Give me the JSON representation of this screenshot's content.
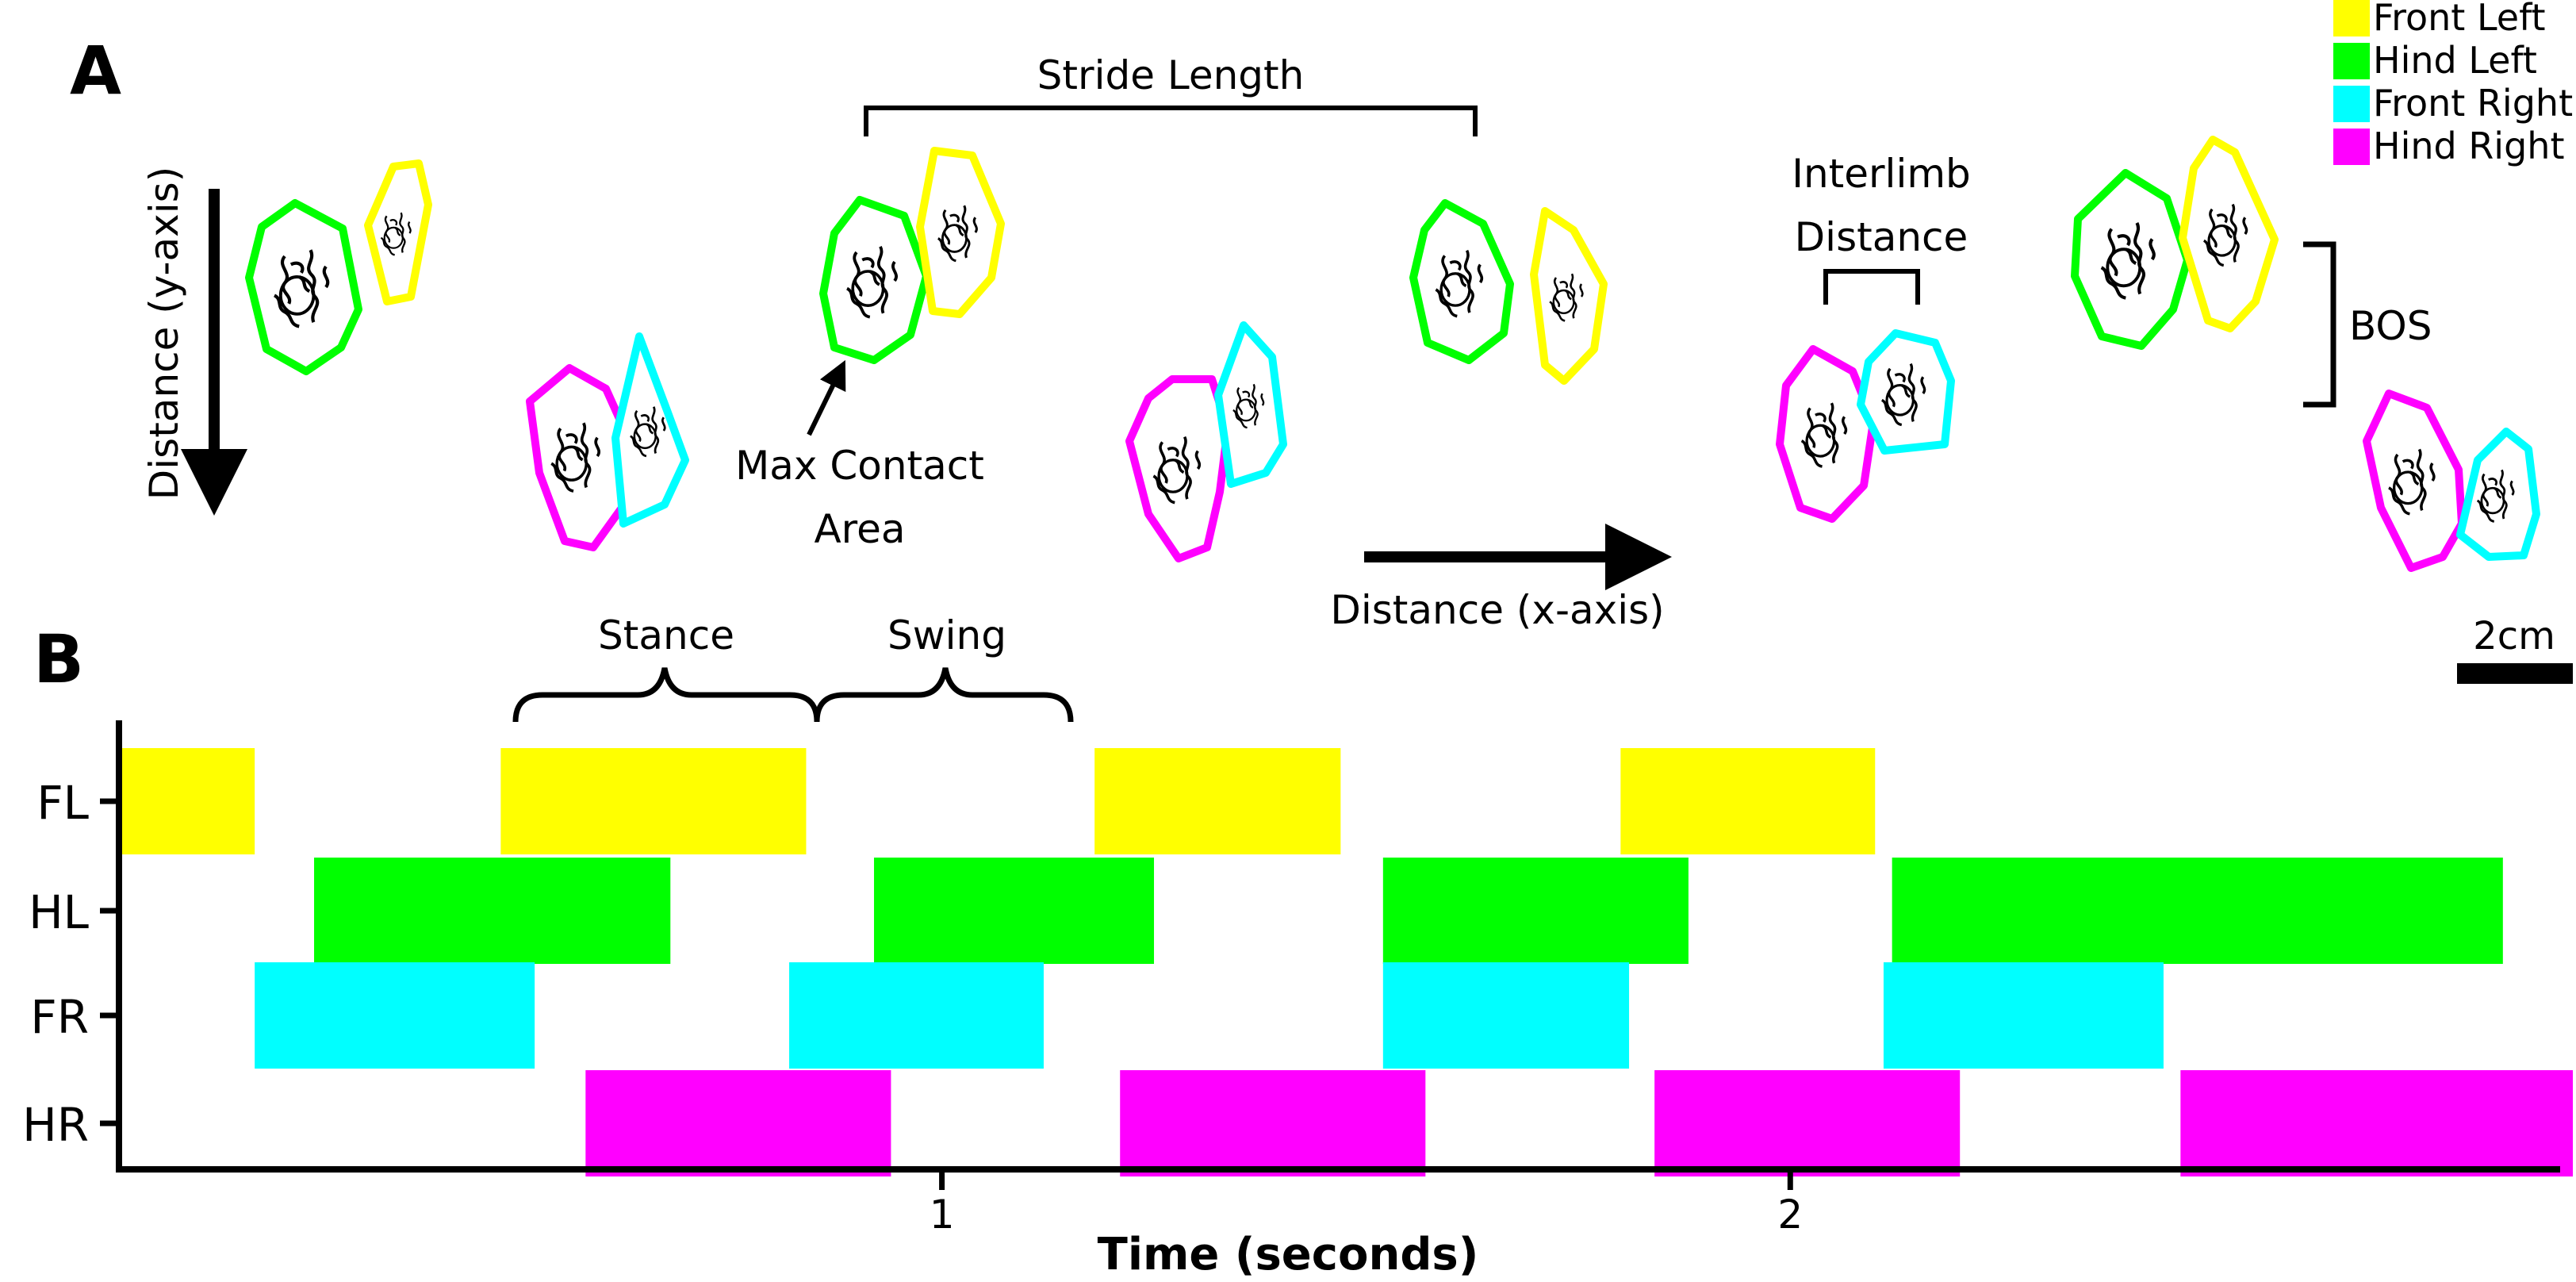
{
  "panel_a": {
    "letter": "A",
    "legend": [
      {
        "label": "Front Left",
        "color": "#ffff00"
      },
      {
        "label": "Hind Left",
        "color": "#00ff00"
      },
      {
        "label": "Front Right",
        "color": "#00ffff"
      },
      {
        "label": "Hind Right",
        "color": "#ff00ff"
      }
    ],
    "stride_length_label": "Stride Length",
    "interlimb_label_line1": "Interlimb",
    "interlimb_label_line2": "Distance",
    "bos_label": "BOS",
    "max_contact_line1": "Max Contact",
    "max_contact_line2": "Area",
    "y_axis_label": "Distance (y-axis)",
    "x_axis_label": "Distance (x-axis)",
    "scale_label": "2cm"
  },
  "panel_b": {
    "letter": "B",
    "stance_label": "Stance",
    "swing_label": "Swing"
  },
  "chart_data": {
    "type": "gantt",
    "xlabel": "Time (seconds)",
    "xticks": [
      "1",
      "2"
    ],
    "xlim": [
      0.03,
      2.9
    ],
    "rows": [
      {
        "name": "FL",
        "color": "#ffff00",
        "intervals": [
          [
            0.03,
            0.19
          ],
          [
            0.48,
            0.84
          ],
          [
            1.18,
            1.47
          ],
          [
            1.8,
            2.1
          ]
        ]
      },
      {
        "name": "HL",
        "color": "#00ff00",
        "intervals": [
          [
            0.26,
            0.68
          ],
          [
            0.92,
            1.25
          ],
          [
            1.52,
            1.88
          ],
          [
            2.12,
            2.84
          ]
        ]
      },
      {
        "name": "FR",
        "color": "#00ffff",
        "intervals": [
          [
            0.19,
            0.52
          ],
          [
            0.82,
            1.12
          ],
          [
            1.52,
            1.81
          ],
          [
            2.11,
            2.44
          ]
        ]
      },
      {
        "name": "HR",
        "color": "#ff00ff",
        "intervals": [
          [
            0.58,
            0.94
          ],
          [
            1.21,
            1.57
          ],
          [
            1.84,
            2.2
          ],
          [
            2.46,
            2.93
          ]
        ]
      }
    ]
  }
}
